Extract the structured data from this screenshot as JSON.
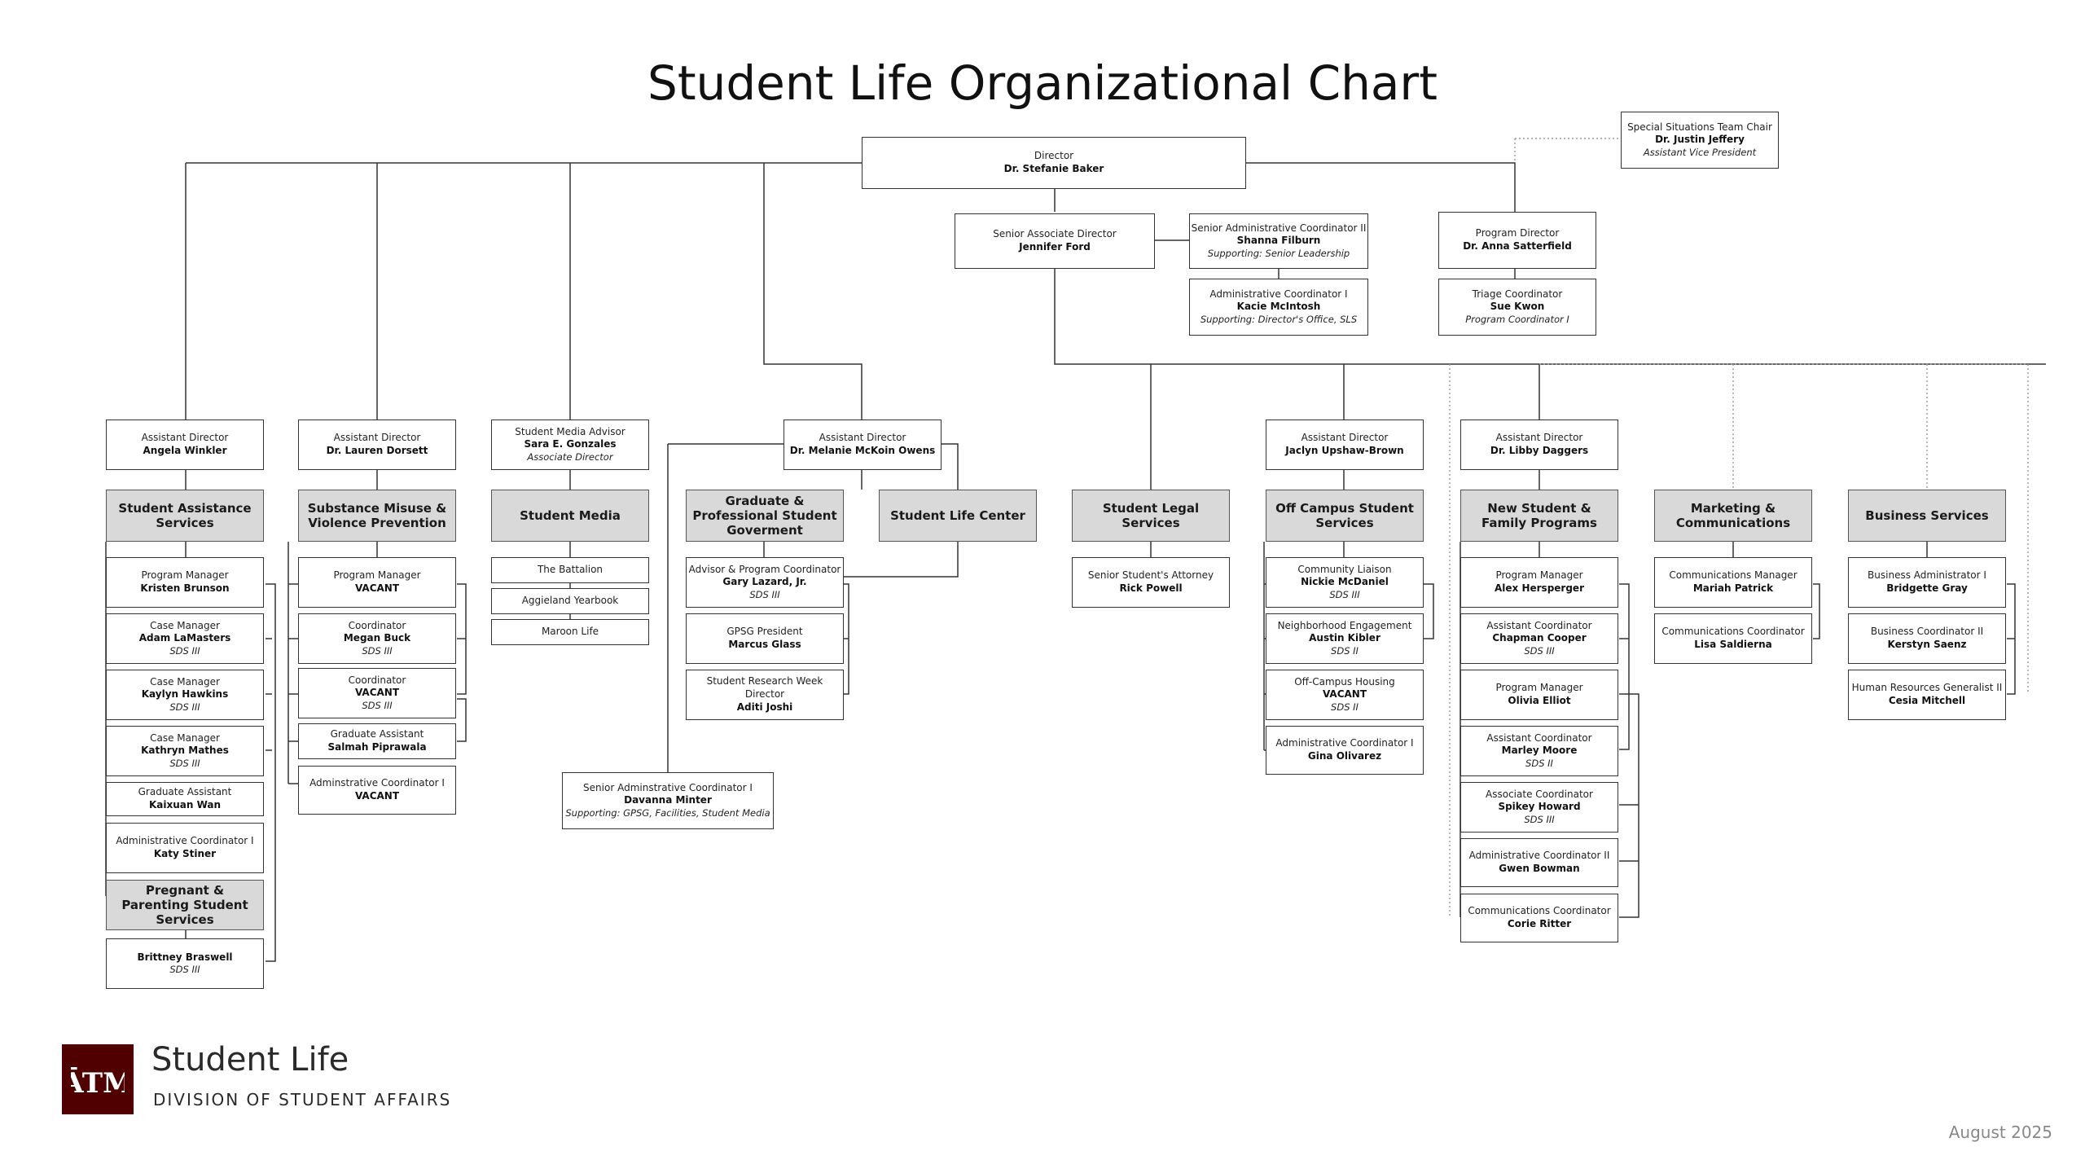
{
  "title": "Student Life Organizational Chart",
  "footer": {
    "org_name": "Student Life",
    "division": "DIVISION OF STUDENT AFFAIRS",
    "logo_mark": "ĀTM",
    "date": "August 2025"
  },
  "colors": {
    "unit_fill": "#d9d9d9",
    "logo_maroon": "#500000",
    "line": "#333333"
  },
  "top": {
    "director": {
      "role": "Director",
      "name": "Dr. Stefanie Baker"
    },
    "special": {
      "role": "Special Situations Team Chair",
      "name": "Dr. Justin Jeffery",
      "note": "Assistant Vice President"
    },
    "sad": {
      "role": "Senior Associate Director",
      "name": "Jennifer Ford"
    },
    "sac": {
      "role": "Senior Administrative Coordinator II",
      "name": "Shanna Filburn",
      "note": "Supporting: Senior Leadership"
    },
    "ac1": {
      "role": "Administrative Coordinator I",
      "name": "Kacie McIntosh",
      "note": "Supporting: Director's Office, SLS"
    },
    "pd": {
      "role": "Program Director",
      "name": "Dr. Anna Satterfield"
    },
    "triage": {
      "role": "Triage Coordinator",
      "name": "Sue Kwon",
      "note": "Program Coordinator I"
    }
  },
  "sas": {
    "head": {
      "role": "Assistant Director",
      "name": "Angela Winkler"
    },
    "unit": "Student Assistance Services",
    "staff": [
      {
        "role": "Program Manager",
        "name": "Kristen Brunson"
      },
      {
        "role": "Case Manager",
        "name": "Adam LaMasters",
        "note": "SDS III"
      },
      {
        "role": "Case Manager",
        "name": "Kaylyn Hawkins",
        "note": "SDS III"
      },
      {
        "role": "Case Manager",
        "name": "Kathryn Mathes",
        "note": "SDS III"
      },
      {
        "role": "Graduate Assistant",
        "name": "Kaixuan Wan"
      },
      {
        "role": "Administrative Coordinator I",
        "name": "Katy Stiner"
      }
    ],
    "sub_unit": "Pregnant & Parenting Student Services",
    "sub_staff": {
      "name": "Brittney Braswell",
      "note": "SDS III"
    }
  },
  "smvp": {
    "head": {
      "role": "Assistant Director",
      "name": "Dr. Lauren Dorsett"
    },
    "unit": "Substance Misuse & Violence Prevention",
    "staff": [
      {
        "role": "Program Manager",
        "name": "VACANT"
      },
      {
        "role": "Coordinator",
        "name": "Megan Buck",
        "note": "SDS III"
      },
      {
        "role": "Coordinator",
        "name": "VACANT",
        "note": "SDS III"
      },
      {
        "role": "Graduate Assistant",
        "name": "Salmah Piprawala"
      },
      {
        "role": "Adminstrative Coordinator I",
        "name": "VACANT"
      }
    ]
  },
  "media": {
    "head": {
      "role": "Student Media Advisor",
      "name": "Sara E. Gonzales",
      "note": "Associate Director"
    },
    "unit": "Student Media",
    "items": [
      "The Battalion",
      "Aggieland Yearbook",
      "Maroon Life"
    ]
  },
  "gpsg": {
    "head": {
      "role": "Assistant Director",
      "name": "Dr. Melanie McKoin Owens"
    },
    "unit": "Graduate & Professional Student Goverment",
    "staff": [
      {
        "role": "Advisor & Program Coordinator",
        "name": "Gary Lazard, Jr.",
        "note": "SDS III"
      },
      {
        "role": "GPSG President",
        "name": "Marcus Glass"
      },
      {
        "role": "Student Research Week Director",
        "name": "Aditi Joshi"
      }
    ],
    "senior_admin": {
      "role": "Senior Adminstrative Coordinator I",
      "name": "Davanna Minter",
      "note": "Supporting: GPSG, Facilities, Student Media"
    }
  },
  "slc": {
    "unit": "Student Life Center"
  },
  "sls": {
    "unit": "Student Legal Services",
    "staff": [
      {
        "role": "Senior Student's Attorney",
        "name": "Rick Powell"
      }
    ]
  },
  "ocss": {
    "head": {
      "role": "Assistant Director",
      "name": "Jaclyn Upshaw-Brown"
    },
    "unit": "Off Campus Student Services",
    "staff": [
      {
        "role": "Community Liaison",
        "name": "Nickie McDaniel",
        "note": "SDS III"
      },
      {
        "role": "Neighborhood Engagement",
        "name": "Austin Kibler",
        "note": "SDS II"
      },
      {
        "role": "Off-Campus Housing",
        "name": "VACANT",
        "note": "SDS II"
      },
      {
        "role": "Administrative Coordinator I",
        "name": "Gina Olivarez"
      }
    ]
  },
  "nsfp": {
    "head": {
      "role": "Assistant Director",
      "name": "Dr. Libby Daggers"
    },
    "unit": "New Student & Family Programs",
    "staff": [
      {
        "role": "Program Manager",
        "name": "Alex Hersperger"
      },
      {
        "role": "Assistant Coordinator",
        "name": "Chapman Cooper",
        "note": "SDS III"
      },
      {
        "role": "Program Manager",
        "name": "Olivia Elliot"
      },
      {
        "role": "Assistant Coordinator",
        "name": "Marley Moore",
        "note": "SDS II"
      },
      {
        "role": "Associate Coordinator",
        "name": "Spikey Howard",
        "note": "SDS III"
      },
      {
        "role": "Administrative Coordinator II",
        "name": "Gwen Bowman"
      },
      {
        "role": "Communications Coordinator",
        "name": "Corie Ritter"
      }
    ]
  },
  "mc": {
    "unit": "Marketing & Communications",
    "staff": [
      {
        "role": "Communications Manager",
        "name": "Mariah Patrick"
      },
      {
        "role": "Communications Coordinator",
        "name": "Lisa Saldierna"
      }
    ]
  },
  "bs": {
    "unit": "Business Services",
    "staff": [
      {
        "role": "Business Administrator I",
        "name": "Bridgette Gray"
      },
      {
        "role": "Business Coordinator II",
        "name": "Kerstyn Saenz"
      },
      {
        "role": "Human Resources Generalist II",
        "name": "Cesia Mitchell"
      }
    ]
  }
}
